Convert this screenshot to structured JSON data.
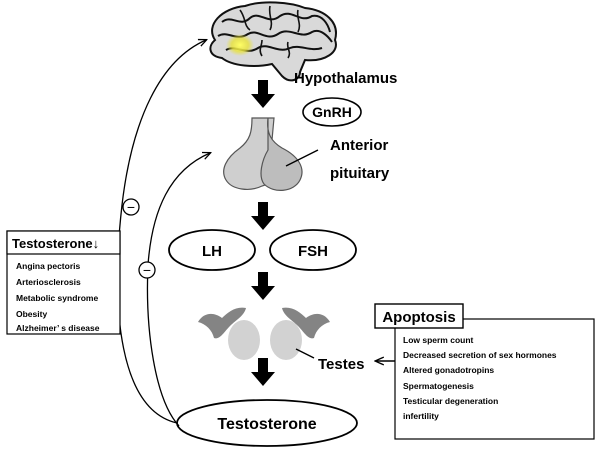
{
  "labels": {
    "hypothalamus": "Hypothalamus",
    "gnrh": "GnRH",
    "anterior": "Anterior",
    "pituitary": "pituitary",
    "lh": "LH",
    "fsh": "FSH",
    "testes": "Testes",
    "testosterone": "Testosterone",
    "minus_symbol": "−"
  },
  "testosterone_low_box": {
    "title": "Testosterone↓",
    "items": [
      "Angina pectoris",
      "Arteriosclerosis",
      "Metabolic syndrome",
      "Obesity",
      "Alzheimer’ s disease"
    ]
  },
  "apoptosis_box": {
    "title": "Apoptosis",
    "items": [
      "Low sperm count",
      "Decreased secretion of sex hormones",
      "Altered gonadotropins",
      "Spermatogenesis",
      "Testicular degeneration",
      "infertility"
    ]
  },
  "colors": {
    "ink": "#000000",
    "organ_gray": "#cfcfcf",
    "organ_dark": "#6e6e6e",
    "highlight": "#f5e21a"
  }
}
